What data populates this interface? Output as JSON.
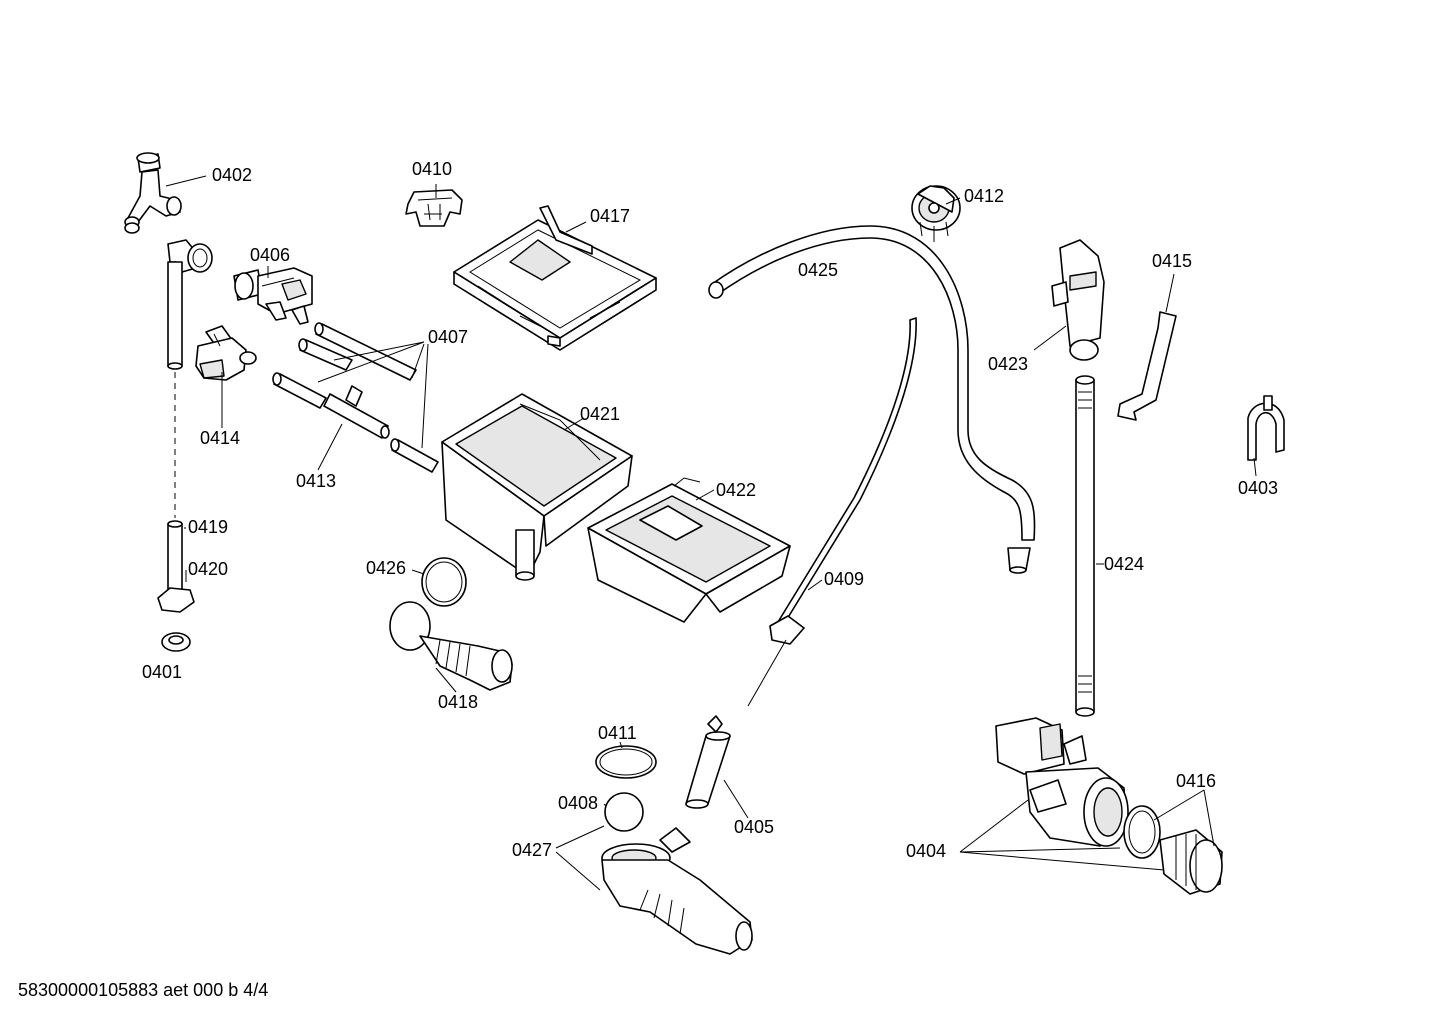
{
  "labels": {
    "p0402": "0402",
    "p0410": "0410",
    "p0417": "0417",
    "p0412": "0412",
    "p0406": "0406",
    "p0425": "0425",
    "p0415": "0415",
    "p0407": "0407",
    "p0423": "0423",
    "p0414": "0414",
    "p0421": "0421",
    "p0413": "0413",
    "p0422": "0422",
    "p0403": "0403",
    "p0419": "0419",
    "p0420": "0420",
    "p0409": "0409",
    "p0424": "0424",
    "p0426": "0426",
    "p0401": "0401",
    "p0418": "0418",
    "p0411": "0411",
    "p0416": "0416",
    "p0408": "0408",
    "p0405": "0405",
    "p0427": "0427",
    "p0404": "0404"
  },
  "footer": "58300000105883 aet 000 b 4/4"
}
